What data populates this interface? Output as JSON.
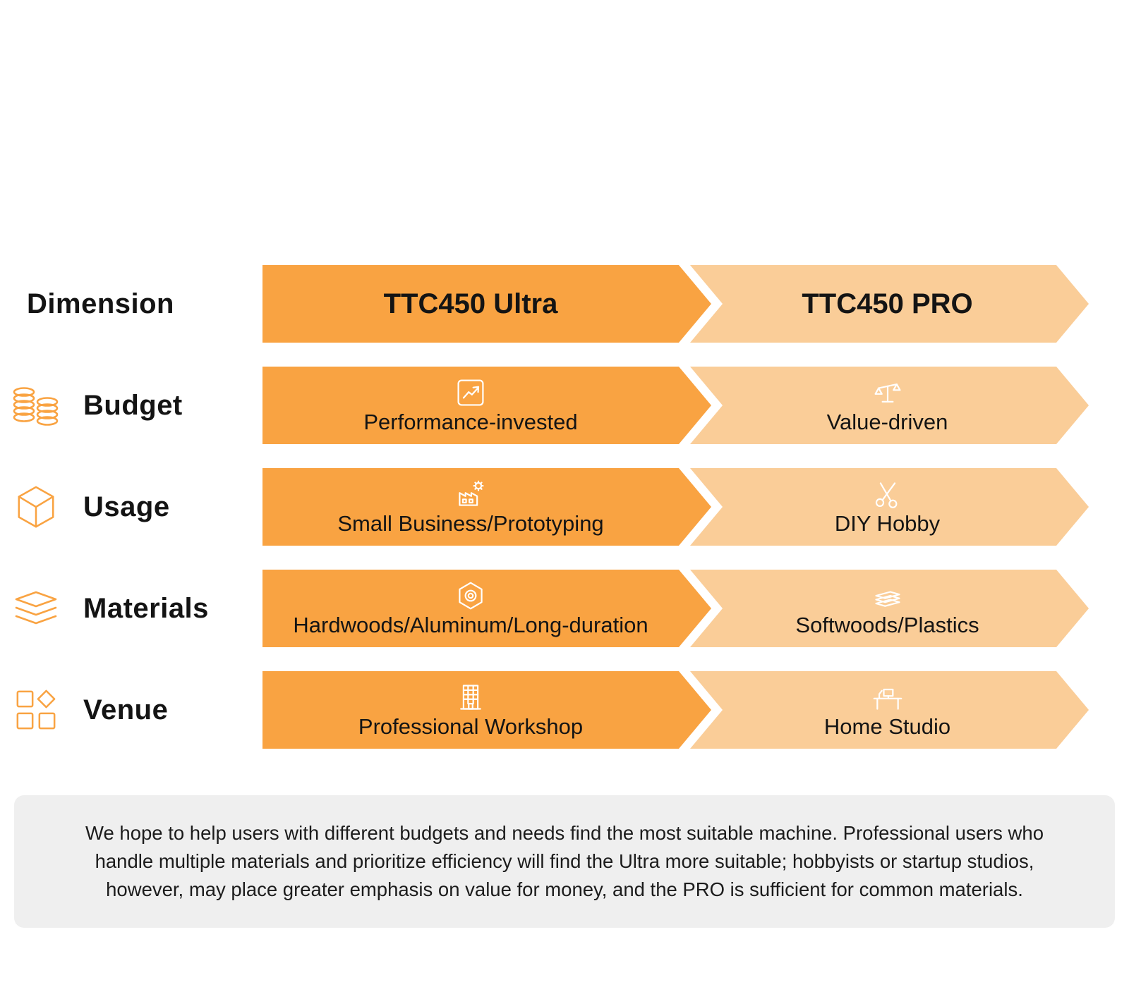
{
  "header": {
    "dimension_label": "Dimension",
    "ultra_label": "TTC450 Ultra",
    "pro_label": "TTC450 PRO"
  },
  "rows": [
    {
      "label": "Budget",
      "row_icon": "coins-icon",
      "ultra_icon": "performance-chart-icon",
      "ultra_text": "Performance-invested",
      "pro_icon": "balance-scale-icon",
      "pro_text": "Value-driven"
    },
    {
      "label": "Usage",
      "row_icon": "cube-icon",
      "ultra_icon": "factory-icon",
      "ultra_text": "Small Business/Prototyping",
      "pro_icon": "scissors-icon",
      "pro_text": "DIY Hobby"
    },
    {
      "label": "Materials",
      "row_icon": "layers-icon",
      "ultra_icon": "hex-nut-icon",
      "ultra_text": "Hardwoods/Aluminum/Long-duration",
      "pro_icon": "planks-icon",
      "pro_text": "Softwoods/Plastics"
    },
    {
      "label": "Venue",
      "row_icon": "grid-shapes-icon",
      "ultra_icon": "office-building-icon",
      "ultra_text": "Professional Workshop",
      "pro_icon": "desk-icon",
      "pro_text": "Home Studio"
    }
  ],
  "footer": {
    "text": "We hope to help users with different budgets and needs find the most suitable machine. Professional users who handle multiple materials and prioritize efficiency will find the Ultra more suitable; hobbyists or startup studios, however, may place greater emphasis on value for money, and the PRO is sufficient for common materials."
  },
  "colors": {
    "ultra_bar": "#F9A342",
    "pro_bar": "#FACD98",
    "icon_orange": "#F9A342",
    "footer_bg": "#EFEFEF"
  }
}
